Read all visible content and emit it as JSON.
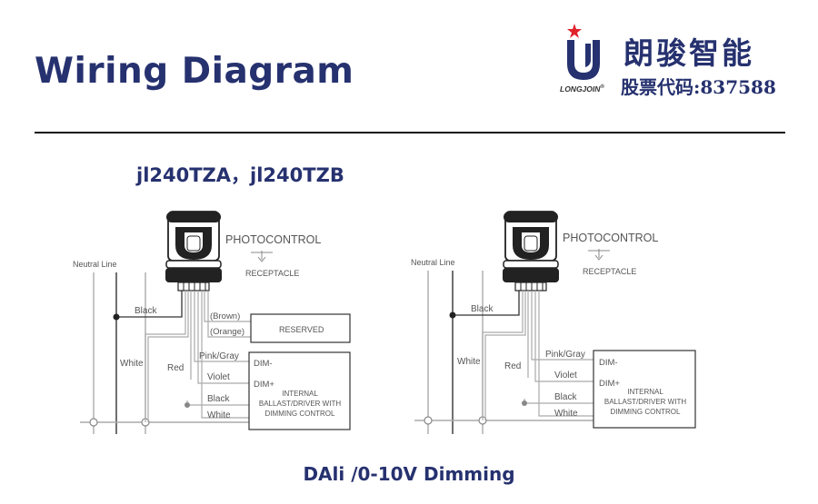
{
  "header": {
    "title": "Wiring Diagram",
    "brand_cn": "朗骏智能",
    "brand_en": "LONGJOIN",
    "stock_code": "股票代码:837588"
  },
  "models": "jl240TZA，jl240TZB",
  "footer": "DAli /0-10V Dimming",
  "colors": {
    "brand": "#26316f",
    "logo_red": "#e0222a",
    "wire": "#aaaaaa",
    "line": "#333333"
  },
  "diagrams": [
    {
      "photocontrol": "PHOTOCONTROL",
      "receptacle": "RECEPTACLE",
      "neutral_line": "Neutral Line",
      "wires": {
        "black": "Black",
        "white": "White",
        "red": "Red",
        "brown": "(Brown)",
        "orange": "(Orange)",
        "pink_gray": "Pink/Gray",
        "violet": "Violet",
        "black2": "Black",
        "white2": "White"
      },
      "reserved": "RESERVED",
      "dim_minus": "DIM-",
      "dim_plus": "DIM+",
      "driver": [
        "INTERNAL",
        "BALLAST/DRIVER WITH",
        "DIMMING CONTROL"
      ]
    },
    {
      "photocontrol": "PHOTOCONTROL",
      "receptacle": "RECEPTACLE",
      "neutral_line": "Neutral Line",
      "wires": {
        "black": "Black",
        "white": "White",
        "red": "Red",
        "pink_gray": "Pink/Gray",
        "violet": "Violet",
        "black2": "Black",
        "white2": "White"
      },
      "dim_minus": "DIM-",
      "dim_plus": "DIM+",
      "driver": [
        "INTERNAL",
        "BALLAST/DRIVER WITH",
        "DIMMING CONTROL"
      ]
    }
  ]
}
